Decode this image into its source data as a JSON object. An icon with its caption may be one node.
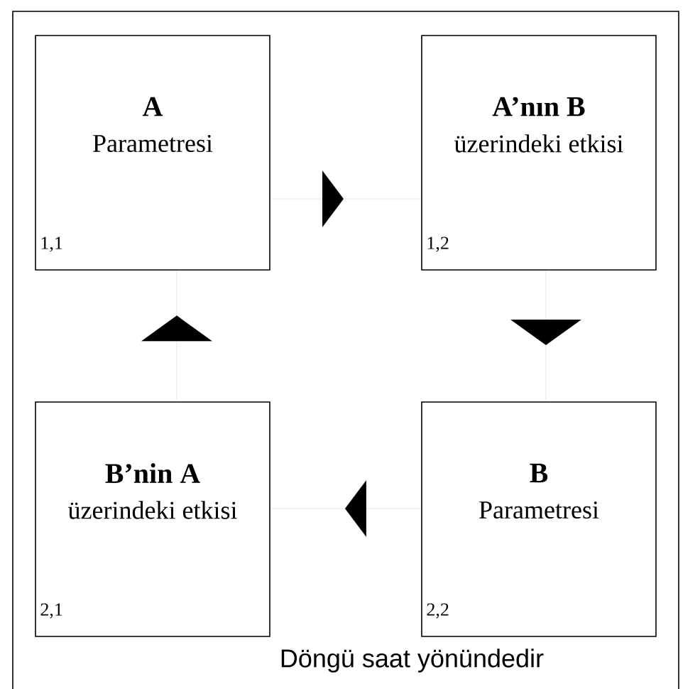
{
  "diagram": {
    "caption": "Döngü saat yönündedir",
    "nodes": [
      {
        "text": [
          "A",
          "Parametresi",
          "1,1"
        ]
      },
      {
        "text": [
          "A’nın B",
          "üzerindeki etkisi",
          "1,2"
        ]
      },
      {
        "text": [
          "B’nin A",
          "üzerindeki etkisi",
          "2,1"
        ]
      },
      {
        "text": [
          "B",
          "Parametresi",
          "2,2"
        ]
      }
    ],
    "edges": [
      {
        "from": 0,
        "to": 1,
        "arrow": "to"
      },
      {
        "from": 1,
        "to": 3,
        "arrow": "to"
      },
      {
        "from": 3,
        "to": 2,
        "arrow": "to"
      },
      {
        "from": 2,
        "to": 0,
        "arrow": "to"
      }
    ]
  }
}
